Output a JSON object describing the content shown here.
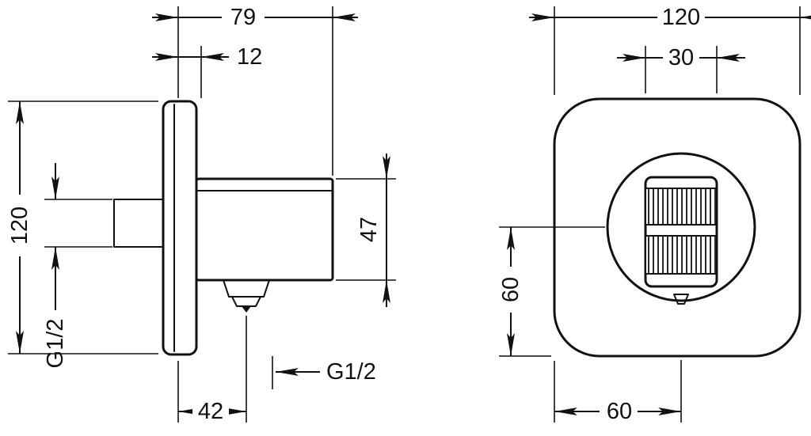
{
  "drawing": {
    "type": "technical-dimension-drawing",
    "side_view": {
      "dim_depth": "79",
      "dim_plate_thickness": "12",
      "dim_plate_height": "120",
      "dim_inlet_thread": "G1/2",
      "dim_holder_height": "47",
      "dim_outlet_offset": "42",
      "dim_outlet_thread": "G1/2"
    },
    "front_view": {
      "dim_plate_width": "120",
      "dim_holder_width": "30",
      "dim_center_to_bottom": "60",
      "dim_edge_to_center": "60"
    },
    "colors": {
      "line": "#111111",
      "background": "#ffffff"
    }
  }
}
